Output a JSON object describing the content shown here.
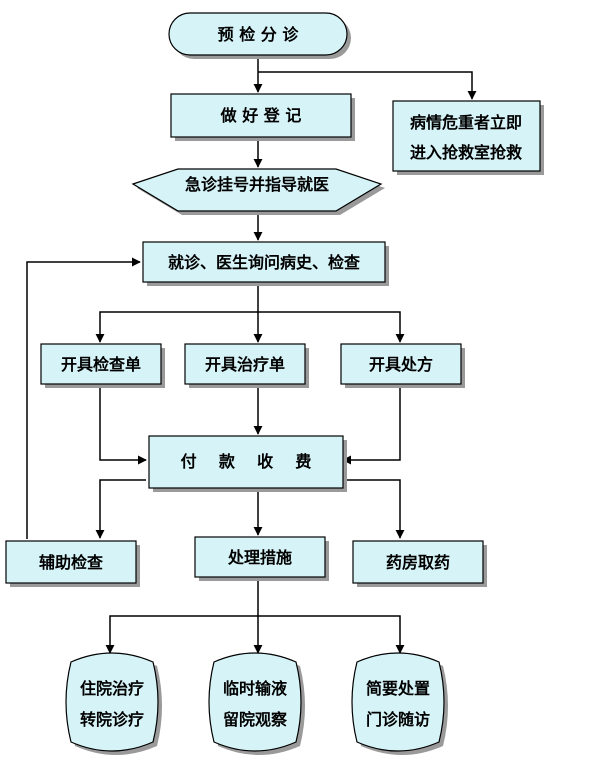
{
  "colors": {
    "fill": "#D6F4F8",
    "stroke": "#000000",
    "shadow": "#9A9A9A"
  },
  "nodes": {
    "triage": "预 检 分 诊",
    "register": "做 好 登 记",
    "critical_line1": "病情危重者立即",
    "critical_line2": "进入抢救室抢救",
    "emergency_reg": "急诊挂号并指导就医",
    "consult": "就诊、医生询问病史、检查",
    "exam_form": "开具检查单",
    "treatment_form": "开具治疗单",
    "prescription": "开具处方",
    "payment": "付    款    收    费",
    "aux_exam": "辅助检查",
    "measures": "处理措施",
    "pharmacy": "药房取药",
    "hospital_line1": "住院治疗",
    "hospital_line2": "转院诊疗",
    "infusion_line1": "临时输液",
    "infusion_line2": "留院观察",
    "simple_line1": "简要处置",
    "simple_line2": "门诊随访"
  }
}
